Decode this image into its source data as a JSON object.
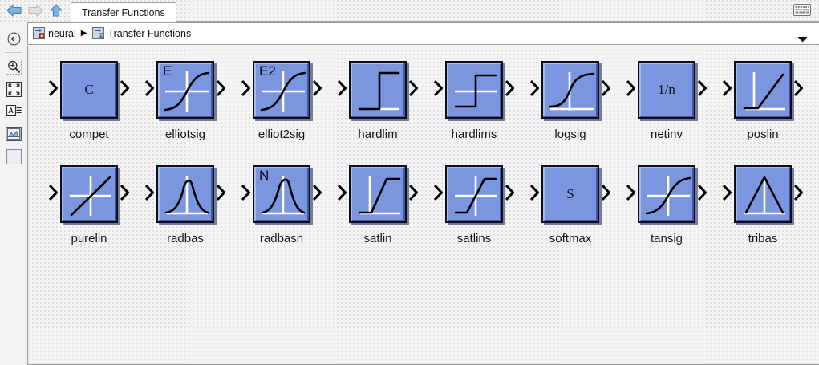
{
  "window": {
    "title": "Transfer Functions",
    "keyboard_icon": "keyboard-icon"
  },
  "nav": {
    "back": {
      "label": "Back",
      "icon": "back-arrow-icon",
      "enabled": true
    },
    "forward": {
      "label": "Forward",
      "icon": "forward-arrow-icon",
      "enabled": false
    },
    "up": {
      "label": "Up One Level",
      "icon": "up-arrow-icon",
      "enabled": true
    }
  },
  "tabs": [
    {
      "label": "Transfer Functions",
      "active": true
    }
  ],
  "breadcrumb": {
    "home_icon": "library-home-icon",
    "separator": "▶",
    "caret_icon": "chevron-down-icon",
    "items": [
      {
        "label": "neural",
        "icon": "simulink-library-icon"
      },
      {
        "label": "Transfer Functions",
        "icon": "simulink-library-icon"
      }
    ]
  },
  "left_toolbar": {
    "items": [
      {
        "name": "navigate-back-icon",
        "label": "Back"
      },
      {
        "name": "zoom-in-icon",
        "label": "Zoom In"
      },
      {
        "name": "fit-to-view-icon",
        "label": "Fit To View"
      },
      {
        "name": "text-view-icon",
        "label": "Text View"
      },
      {
        "name": "thumbnail-view-icon",
        "label": "Thumbnail View"
      },
      {
        "name": "blank-panel-icon",
        "label": "Panel"
      }
    ]
  },
  "colors": {
    "block_fill": "#7b96de",
    "block_border": "#0d0d1e",
    "block_highlight": "#a8bcea",
    "block_shadow": "#3d57a8",
    "canvas": "#f4f4f4",
    "axis": "#ffffff",
    "curve": "#000000"
  },
  "library": {
    "blocks": [
      {
        "label": "compet",
        "glyph": "C",
        "corner": "",
        "plot": "none"
      },
      {
        "label": "elliotsig",
        "glyph": "",
        "corner": "E",
        "plot": "sigmoid-axes"
      },
      {
        "label": "elliot2sig",
        "glyph": "",
        "corner": "E2",
        "plot": "sigmoid-axes"
      },
      {
        "label": "hardlim",
        "glyph": "",
        "corner": "",
        "plot": "hardlim"
      },
      {
        "label": "hardlims",
        "glyph": "",
        "corner": "",
        "plot": "hardlims"
      },
      {
        "label": "logsig",
        "glyph": "",
        "corner": "",
        "plot": "logsig"
      },
      {
        "label": "netinv",
        "glyph": "1/n",
        "corner": "",
        "plot": "none"
      },
      {
        "label": "poslin",
        "glyph": "",
        "corner": "",
        "plot": "poslin"
      },
      {
        "label": "purelin",
        "glyph": "",
        "corner": "",
        "plot": "purelin"
      },
      {
        "label": "radbas",
        "glyph": "",
        "corner": "",
        "plot": "radbas"
      },
      {
        "label": "radbasn",
        "glyph": "",
        "corner": "N",
        "plot": "radbasn"
      },
      {
        "label": "satlin",
        "glyph": "",
        "corner": "",
        "plot": "satlin"
      },
      {
        "label": "satlins",
        "glyph": "",
        "corner": "",
        "plot": "satlins"
      },
      {
        "label": "softmax",
        "glyph": "S",
        "corner": "",
        "plot": "none"
      },
      {
        "label": "tansig",
        "glyph": "",
        "corner": "",
        "plot": "tansig"
      },
      {
        "label": "tribas",
        "glyph": "",
        "corner": "",
        "plot": "tribas"
      }
    ]
  }
}
